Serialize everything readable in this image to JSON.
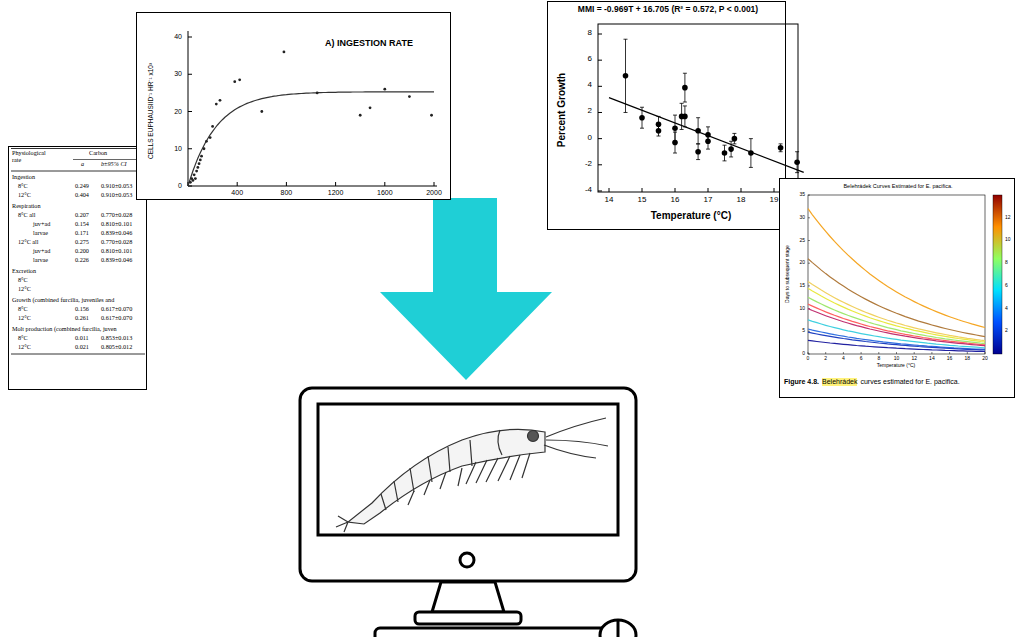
{
  "diagram": {
    "labels": [
      "Physiological rate",
      "Carbon",
      "a",
      "b±95% CI",
      "Ingestion",
      "8°C",
      "0.249",
      "0.910±0.053",
      "12°C",
      "0.404",
      "0.910±0.053",
      "Respiration",
      "8°C all",
      "0.207",
      "0.770±0.028",
      "juv+ad",
      "0.154",
      "0.810±0.101",
      "larvae",
      "0.171",
      "0.839±0.046",
      "12°C all",
      "0.275",
      "0.770±0.028",
      "juv+ad",
      "0.200",
      "0.810±0.101",
      "larvae",
      "0.226",
      "0.839±0.046",
      "Excretion",
      "8°C",
      "12°C",
      "Growth (combined furcilia, juveniles and",
      "8°C",
      "0.156",
      "0.617±0.070",
      "12°C",
      "0.261",
      "0.617±0.070",
      "Molt production (combined furcilia, juven",
      "8°C",
      "0.011",
      "0.853±0.013",
      "12°C",
      "0.021",
      "0.805±0.012",
      "A) INGESTION RATE",
      "CELLS EUPHAUSIID⁻¹ HR⁻¹ x10³",
      "40",
      "30",
      "20",
      "10",
      "0",
      "400",
      "800",
      "1200",
      "1600",
      "2000",
      "MMI = -0.969T + 16.705 (R² = 0.572, P < 0.001)",
      "8",
      "6",
      "4",
      "2",
      "0",
      "-2",
      "-4",
      "14",
      "15",
      "16",
      "17",
      "18",
      "19",
      "Percent Growth",
      "Temperature (°C)",
      "Belehrádek Curves Estimated for E. pacifica.",
      "Days to subsequent stage",
      "0",
      "5",
      "10",
      "15",
      "20",
      "25",
      "30",
      "35",
      "0",
      "2",
      "4",
      "6",
      "8",
      "10",
      "12",
      "14",
      "16",
      "18",
      "20",
      "Temperature (°C)",
      "2",
      "4",
      "6",
      "8",
      "10",
      "12",
      "Figure 4.8.",
      "Belehrádek",
      "curves estimated for E. pacifica."
    ]
  }
}
